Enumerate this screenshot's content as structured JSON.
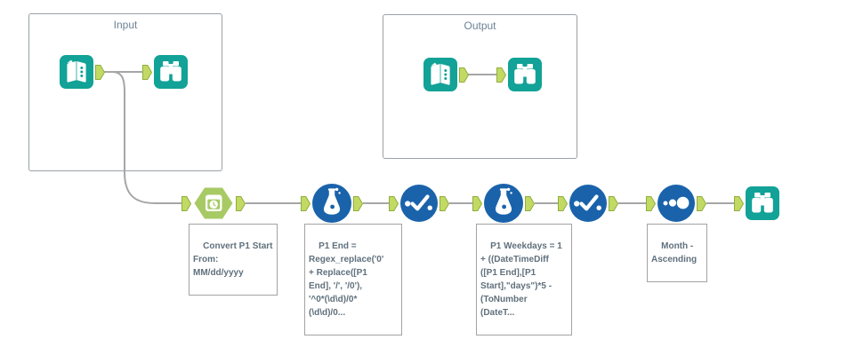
{
  "app": "workflow-canvas",
  "colors": {
    "teal": "#12a297",
    "tool_blue": "#1a63ab",
    "hex_green": "#a7ca65",
    "anchor_fill": "#c2da63",
    "anchor_border": "#8fae3f",
    "wire_gray": "#a6a6a6",
    "container_border": "#9aa1a7",
    "container_label_text": "#6d8396",
    "annotation_text": "#60707c"
  },
  "containers": [
    {
      "label": "Input"
    },
    {
      "label": "Output"
    }
  ],
  "tools": [
    {
      "name": "input-data-tool",
      "icon": "book-icon",
      "container": "Input"
    },
    {
      "name": "browse-tool",
      "icon": "binoculars-icon",
      "container": "Input"
    },
    {
      "name": "input-data-tool",
      "icon": "book-icon",
      "container": "Output"
    },
    {
      "name": "browse-tool",
      "icon": "binoculars-icon",
      "container": "Output"
    },
    {
      "name": "datetime-tool",
      "icon": "calendar-clock-icon",
      "annotation": "Convert P1 Start\nFrom:\nMM/dd/yyyy"
    },
    {
      "name": "formula-tool",
      "icon": "flask-icon",
      "annotation": "P1 End =\nRegex_replace('0'\n+ Replace([P1\nEnd], '/', '/0'),\n'^0*(\\d\\d)/0*\n(\\d\\d)/0..."
    },
    {
      "name": "select-tool",
      "icon": "check-dots-icon"
    },
    {
      "name": "formula-tool",
      "icon": "flask-icon",
      "annotation": "P1 Weekdays = 1\n+ ((DateTimeDiff\n([P1 End],[P1\nStart],\"days\")*5 -\n(ToNumber\n(DateT..."
    },
    {
      "name": "select-tool",
      "icon": "check-dots-icon"
    },
    {
      "name": "sort-tool",
      "icon": "three-dots-icon",
      "annotation": "Month -\nAscending"
    },
    {
      "name": "browse-tool",
      "icon": "binoculars-icon"
    }
  ]
}
